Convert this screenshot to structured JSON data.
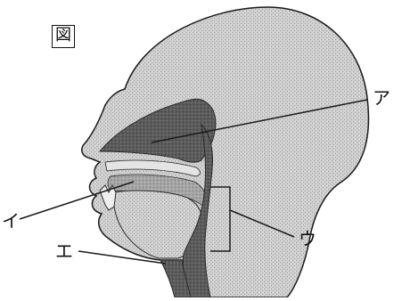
{
  "figure": {
    "title": "図",
    "labels": {
      "a": "ア",
      "i": "イ",
      "u": "ウ",
      "e": "エ"
    }
  },
  "colors": {
    "head": "#d3d3d3",
    "head_outline": "#1a1a1a",
    "dark_region": "#5a5a5a",
    "mid_region": "#a0a0a0",
    "light_region": "#c6c6c6"
  }
}
